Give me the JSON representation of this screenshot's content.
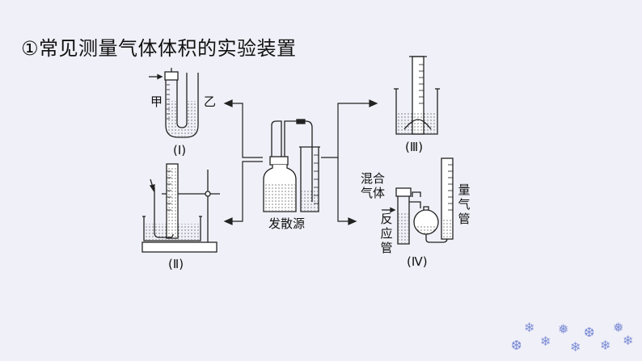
{
  "title": "①常见测量气体体积的实验装置",
  "labels": {
    "jia": "甲",
    "yi": "乙",
    "fig1": "(Ⅰ)",
    "fig2": "(Ⅱ)",
    "fig3": "(Ⅲ)",
    "fig4": "(Ⅳ)",
    "source": "发散源",
    "mixed_gas": "混合\n气体",
    "reaction_tube": "反\n应\n管",
    "gas_burette": "量\n气\n管"
  },
  "colors": {
    "background": "#f0f0f8",
    "line": "#222222",
    "decoration": "#7f8fd6"
  }
}
